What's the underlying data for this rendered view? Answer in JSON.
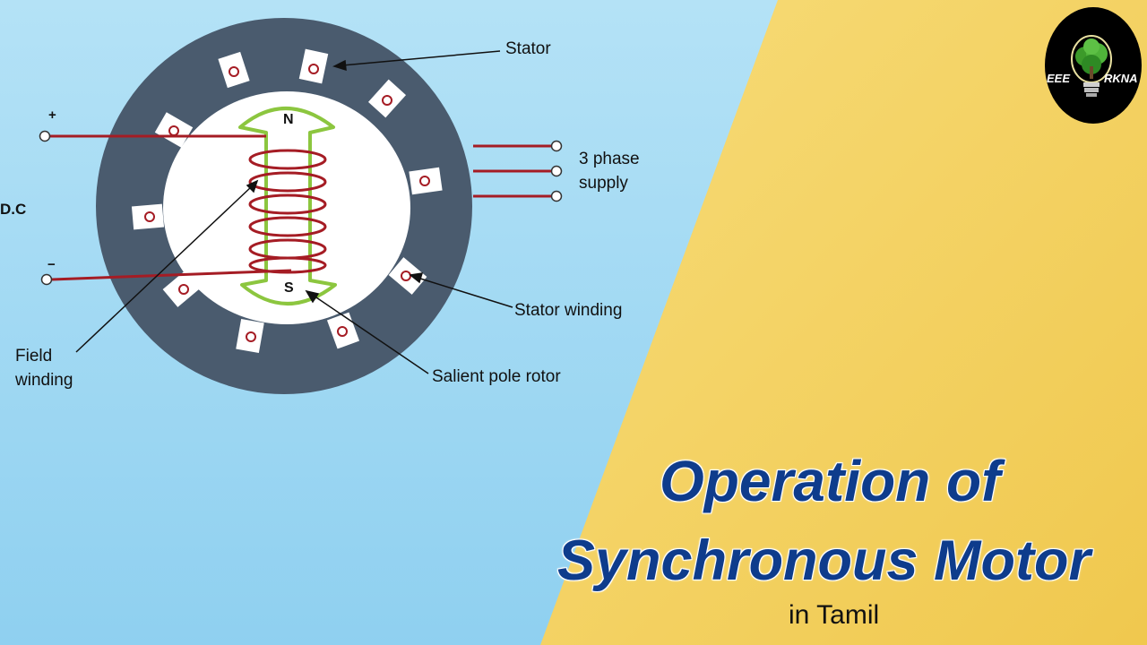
{
  "diagram": {
    "labels": {
      "stator": "Stator",
      "supply_line1": "3 phase",
      "supply_line2": "supply",
      "dc": "D.C",
      "plus": "+",
      "minus": "−",
      "stator_winding": "Stator winding",
      "field_line1": "Field",
      "field_line2": "winding",
      "rotor": "Salient pole rotor",
      "north": "N",
      "south": "S"
    },
    "colors": {
      "stator": "#4a5b6e",
      "bore": "#ffffff",
      "winding_wire": "#a51c24",
      "rotor_outline": "#8cc63f",
      "background_blue": "#a8dcf4",
      "background_yellow": "#f2cf5c"
    }
  },
  "title": {
    "line1": "Operation of",
    "line2": "Synchronous Motor",
    "subtitle": "in Tamil",
    "color": "#0e3c8c"
  },
  "logo": {
    "left_text": "EEE",
    "right_text": "RKNA",
    "icon": "tree-bulb-icon"
  }
}
